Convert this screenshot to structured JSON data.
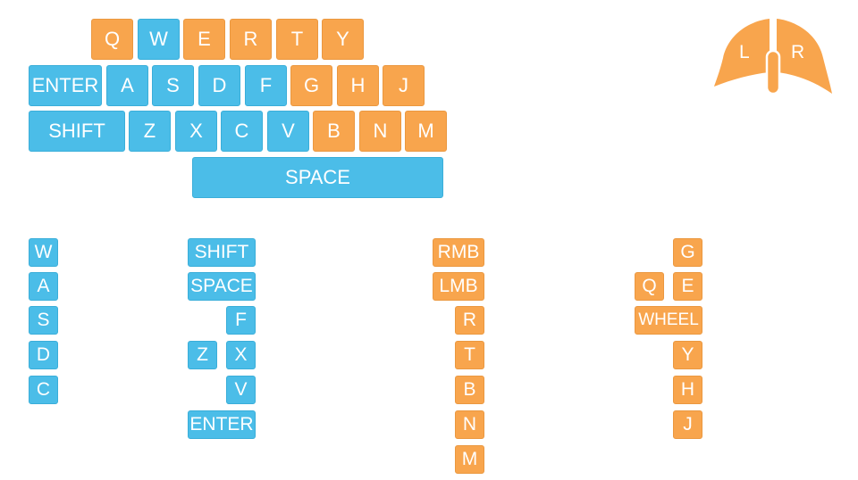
{
  "colors": {
    "blue": "#4bbde8",
    "orange": "#f8a54d"
  },
  "keyboard": {
    "row1": [
      {
        "label": "Q",
        "color": "orange"
      },
      {
        "label": "W",
        "color": "blue"
      },
      {
        "label": "E",
        "color": "orange"
      },
      {
        "label": "R",
        "color": "orange"
      },
      {
        "label": "T",
        "color": "orange"
      },
      {
        "label": "Y",
        "color": "orange"
      }
    ],
    "row2": [
      {
        "label": "ENTER",
        "color": "blue"
      },
      {
        "label": "A",
        "color": "blue"
      },
      {
        "label": "S",
        "color": "blue"
      },
      {
        "label": "D",
        "color": "blue"
      },
      {
        "label": "F",
        "color": "blue"
      },
      {
        "label": "G",
        "color": "orange"
      },
      {
        "label": "H",
        "color": "orange"
      },
      {
        "label": "J",
        "color": "orange"
      }
    ],
    "row3": [
      {
        "label": "SHIFT",
        "color": "blue"
      },
      {
        "label": "Z",
        "color": "blue"
      },
      {
        "label": "X",
        "color": "blue"
      },
      {
        "label": "C",
        "color": "blue"
      },
      {
        "label": "V",
        "color": "blue"
      },
      {
        "label": "B",
        "color": "orange"
      },
      {
        "label": "N",
        "color": "orange"
      },
      {
        "label": "M",
        "color": "orange"
      }
    ],
    "row4": [
      {
        "label": "SPACE",
        "color": "blue"
      }
    ]
  },
  "mouse": {
    "left_label": "L",
    "right_label": "R",
    "color": "orange"
  },
  "column1": [
    "W",
    "A",
    "S",
    "D",
    "C"
  ],
  "column2": [
    "SHIFT",
    "SPACE",
    "F",
    "Z",
    "X",
    "V",
    "ENTER"
  ],
  "column3": [
    "RMB",
    "LMB",
    "R",
    "T",
    "B",
    "N",
    "M"
  ],
  "column4": [
    "G",
    "Q",
    "E",
    "WHEEL",
    "Y",
    "H",
    "J"
  ]
}
